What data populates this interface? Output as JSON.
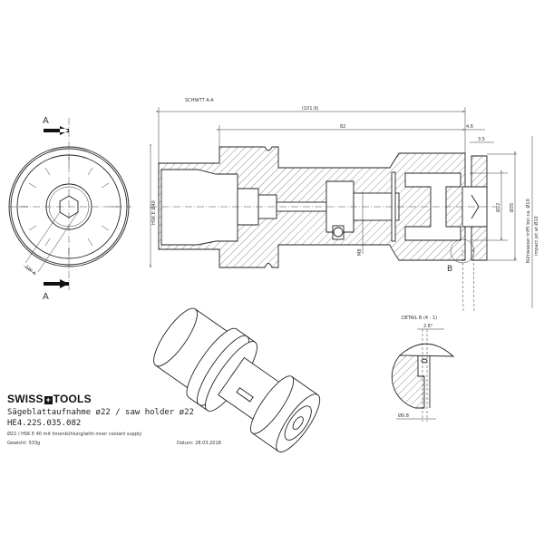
{
  "drawing": {
    "section_label": "SCHNITT A-A",
    "cut_marker": "A",
    "detail_marker": "B",
    "detail_title": "DETAIL B (4 : 1)",
    "dimensions": {
      "overall_length": "(101.9)",
      "body_length": "82",
      "offset_1": "4.6",
      "offset_2": "3.5",
      "hsk_diameter": "HSK E Ø40",
      "bore_diameter": "Ø22",
      "face_diameter": "Ø35",
      "thread": "M8",
      "wrench_size": "SW 4",
      "detail_angle": "2.6°",
      "detail_hole": "Ø0.8"
    },
    "coolant_note_de": "Kühlwasser trifft bei ca. Ø10",
    "coolant_note_en": "impact jet at Ø10"
  },
  "title_block": {
    "brand_left": "SWISS",
    "brand_cross": "+",
    "brand_right": "TOOLS",
    "title": "Sägeblattaufnahme ø22 / saw holder ø22",
    "part_number": "HE4.22S.035.082",
    "description": "Ø22 / HSK E 40 mit Innenkühlung/with inner coolant supply",
    "weight": "Gewicht: 533g",
    "date": "Datum: 28.03.2018"
  }
}
